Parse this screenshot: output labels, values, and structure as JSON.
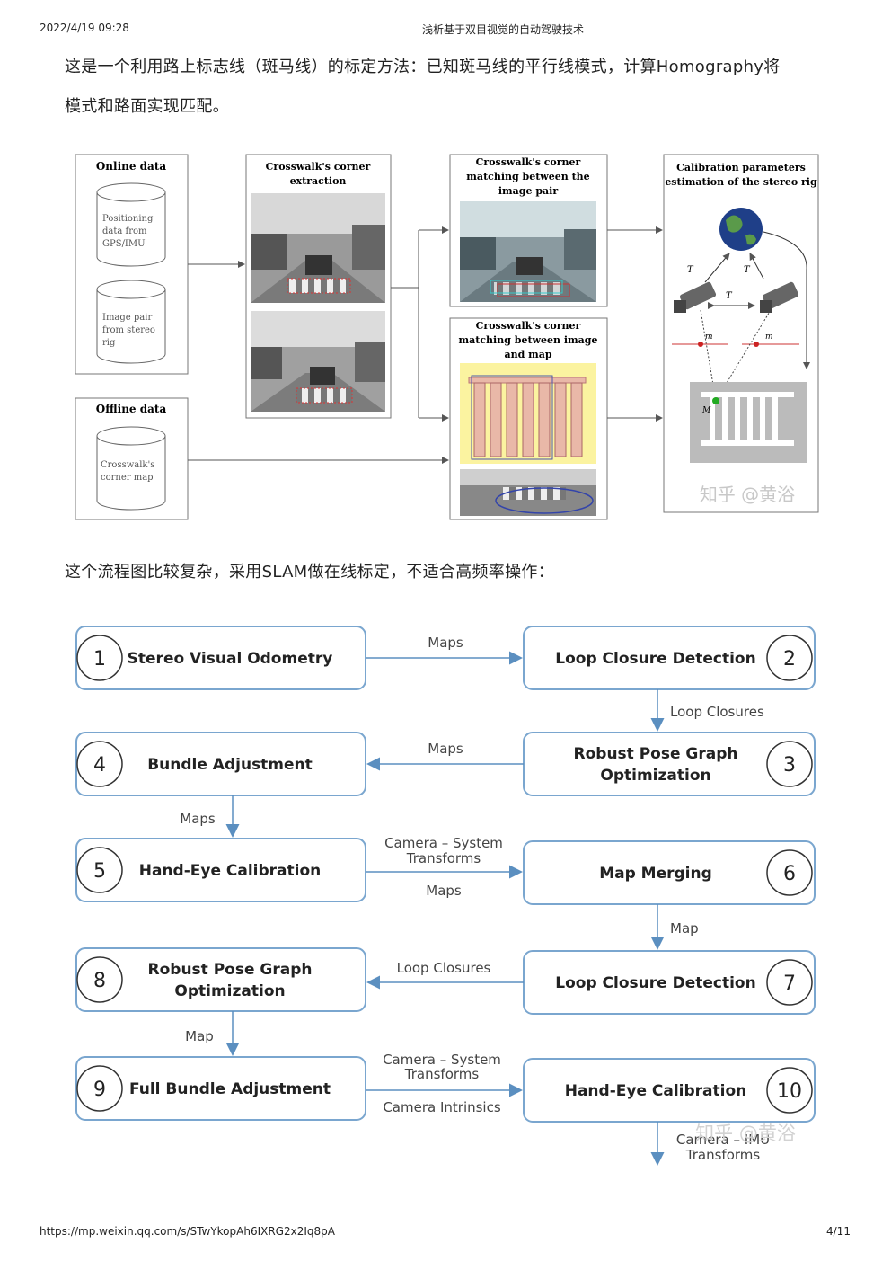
{
  "header": {
    "datetime": "2022/4/19 09:28",
    "title": "浅析基于双目视觉的自动驾驶技术"
  },
  "paragraphs": [
    "这是一个利用路上标志线（斑马线）的标定方法：已知斑马线的平行线模式，计算Homography将",
    "模式和路面实现匹配。",
    "这个流程图比较复杂，采用SLAM做在线标定，不适合高频率操作："
  ],
  "figure1": {
    "online": {
      "title": "Online data",
      "db1": [
        "Positioning",
        "data from",
        "GPS/IMU"
      ],
      "db2": [
        "Image pair",
        "from stereo",
        "rig"
      ]
    },
    "offline": {
      "title": "Offline data",
      "db": [
        "Crosswalk's",
        "corner map"
      ]
    },
    "extraction": [
      "Crosswalk's corner",
      "extraction"
    ],
    "matching_pair": [
      "Crosswalk's corner",
      "matching between the",
      "image pair"
    ],
    "matching_map": [
      "Crosswalk's corner",
      "matching between image",
      "and map"
    ],
    "calibration": [
      "Calibration parameters",
      "estimation of the stereo rig"
    ],
    "symbols": {
      "t_lw": "T",
      "t_rw": "T",
      "t_lr": "T",
      "ml": "m",
      "mr": "m",
      "M": "M"
    },
    "watermark": "知乎 @黄浴"
  },
  "figure2": {
    "boxes": [
      {
        "num": "1",
        "label": [
          "Stereo Visual Odometry"
        ]
      },
      {
        "num": "2",
        "label": [
          "Loop Closure Detection"
        ]
      },
      {
        "num": "3",
        "label": [
          "Robust Pose Graph",
          "Optimization"
        ]
      },
      {
        "num": "4",
        "label": [
          "Bundle Adjustment"
        ]
      },
      {
        "num": "5",
        "label": [
          "Hand-Eye Calibration"
        ]
      },
      {
        "num": "6",
        "label": [
          "Map Merging"
        ]
      },
      {
        "num": "7",
        "label": [
          "Loop Closure Detection"
        ]
      },
      {
        "num": "8",
        "label": [
          "Robust Pose Graph",
          "Optimization"
        ]
      },
      {
        "num": "9",
        "label": [
          "Full Bundle Adjustment"
        ]
      },
      {
        "num": "10",
        "label": [
          "Hand-Eye Calibration"
        ]
      }
    ],
    "edges": {
      "e12": "Maps",
      "e23": "Loop Closures",
      "e34": "Maps",
      "e45": "Maps",
      "e56": [
        "Camera – System",
        "Transforms",
        "Maps"
      ],
      "e67": "Map",
      "e78": "Loop Closures",
      "e89": "Map",
      "e910": [
        "Camera – System",
        "Transforms",
        "Camera Intrinsics"
      ],
      "eout": [
        "Camera – IMU",
        "Transforms"
      ]
    },
    "watermark": "知乎 @黄浴"
  },
  "footer": {
    "url": "https://mp.weixin.qq.com/s/STwYkopAh6IXRG2x2Iq8pA",
    "page": "4/11"
  }
}
